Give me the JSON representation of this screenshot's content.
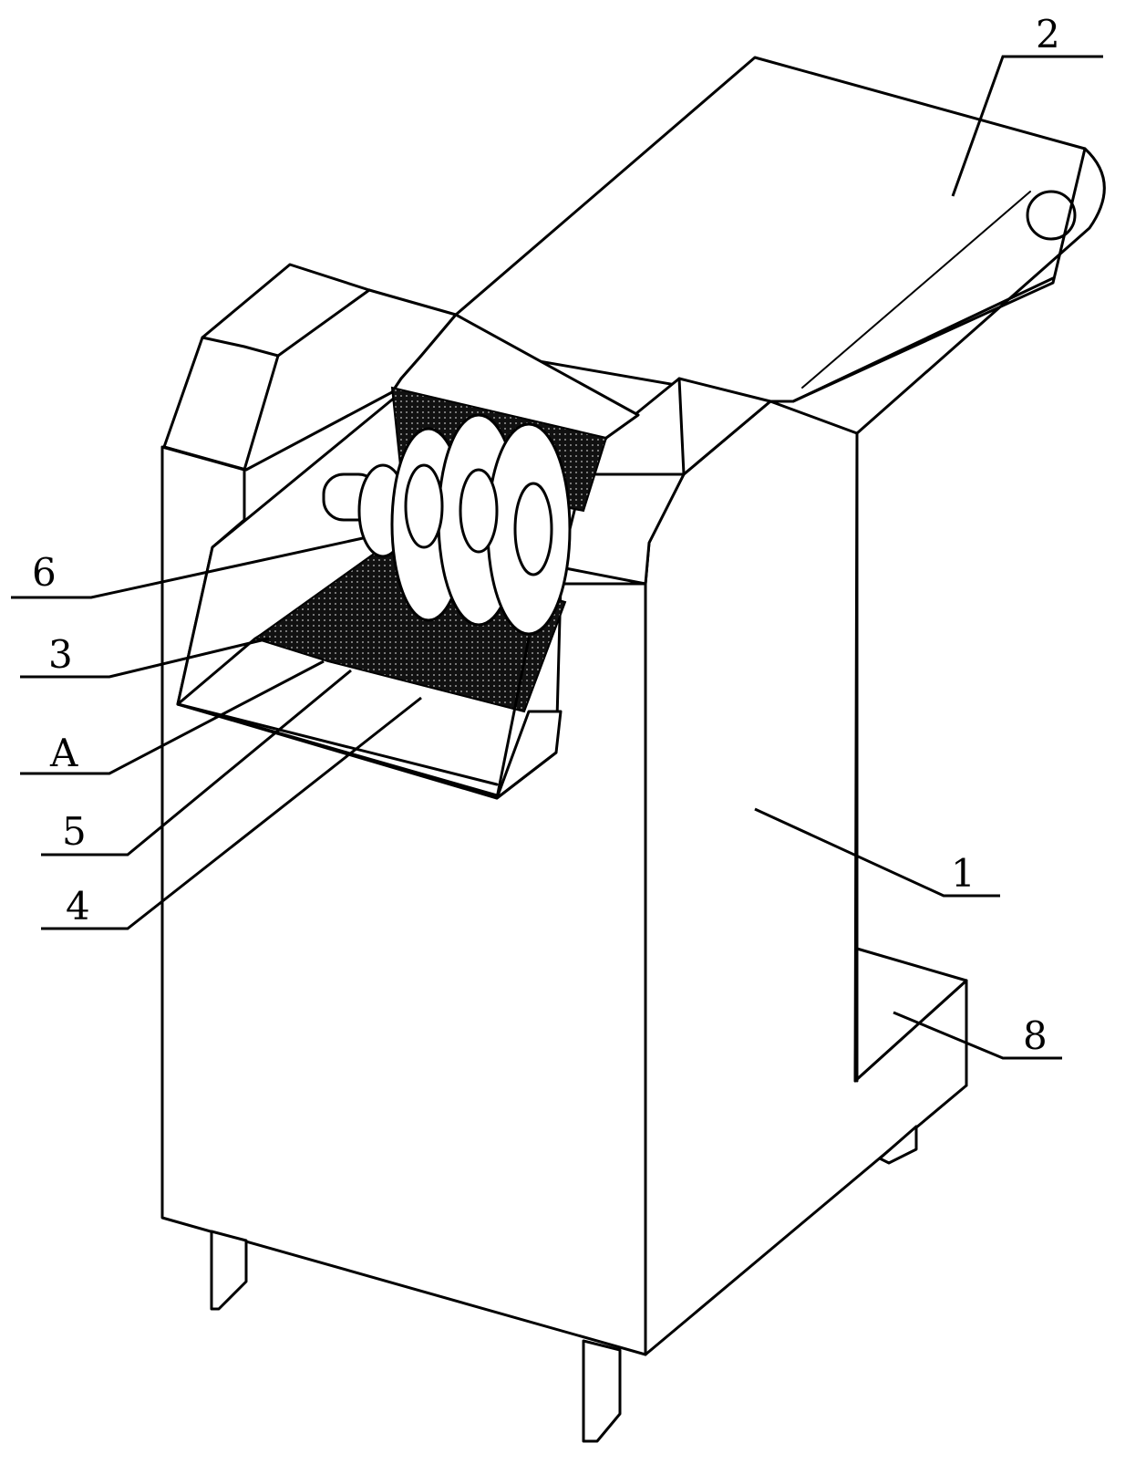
{
  "labels": {
    "part_1": "1",
    "part_2": "2",
    "part_3": "3",
    "part_4": "4",
    "part_5": "5",
    "part_6": "6",
    "part_8": "8",
    "detail_A": "A"
  }
}
